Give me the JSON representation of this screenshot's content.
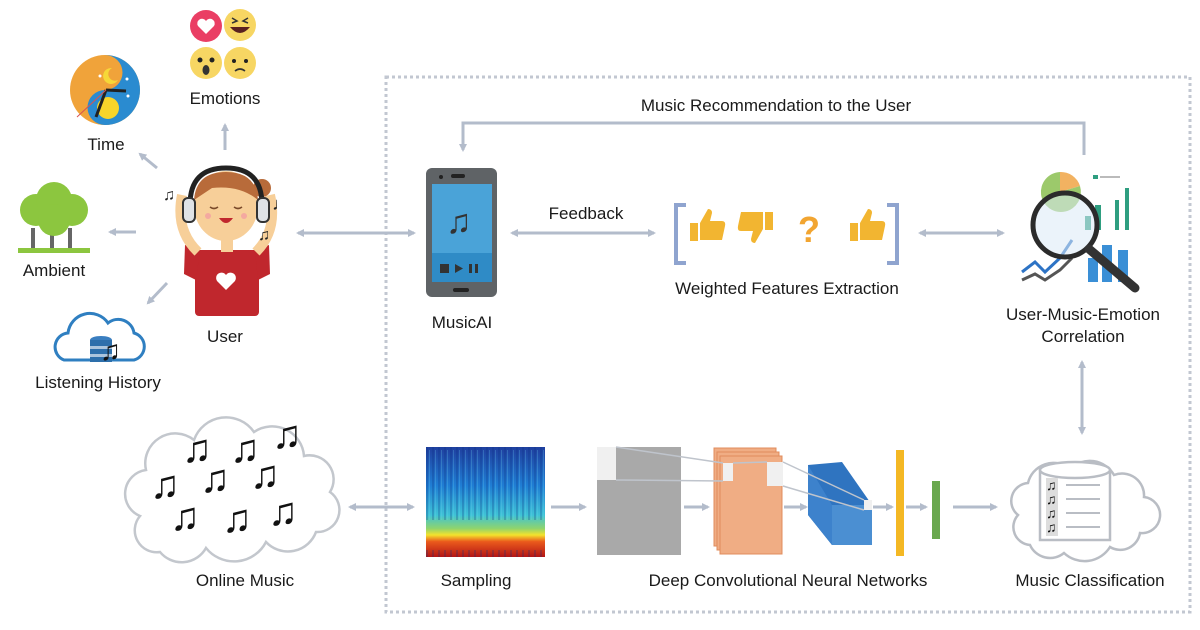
{
  "diagram": {
    "title_edge": "Music Recommendation to the User",
    "feedback_label": "Feedback",
    "colors": {
      "arrow": "#b3bccb",
      "dotted_frame": "#c2c7d1",
      "bracket": "#8fa4cf",
      "thumb": "#f2b531",
      "phone_body": "#5f6366",
      "phone_screen": "#4aa3d8",
      "phone_controls": "#2f8bc6",
      "cnn_input": "#a9a9a9",
      "cnn_conv": "#f0ad84",
      "cnn_pool": "#4b8fd2",
      "fc1": "#f4b824",
      "fc2": "#6aa84f"
    },
    "nodes": {
      "time": {
        "label": "Time",
        "icon": "day-night-clock-icon"
      },
      "emotions": {
        "label": "Emotions",
        "icon": "emoji-reactions-icon",
        "reactions": [
          "love",
          "laugh",
          "wow",
          "sad"
        ]
      },
      "ambient": {
        "label": "Ambient",
        "icon": "trees-icon"
      },
      "user": {
        "label": "User",
        "icon": "girl-headphones-icon"
      },
      "history": {
        "label": "Listening History",
        "icon": "cloud-music-database-icon"
      },
      "musicai": {
        "label": "MusicAI",
        "icon": "smartphone-music-icon"
      },
      "features": {
        "label": "Weighted Features Extraction",
        "icon": "thumbs-vector-icon",
        "items": [
          "thumbs-up",
          "thumbs-down",
          "question",
          "thumbs-up"
        ]
      },
      "correlation": {
        "label_line1": "User-Music-Emotion",
        "label_line2": "Correlation",
        "icon": "magnifier-analytics-icon"
      },
      "online_music": {
        "label": "Online Music",
        "icon": "music-cloud-icon"
      },
      "sampling": {
        "label": "Sampling",
        "icon": "spectrogram-icon"
      },
      "dcnn": {
        "label": "Deep Convolutional Neural Networks",
        "icon": "cnn-architecture-icon"
      },
      "classification": {
        "label": "Music Classification",
        "icon": "music-database-cloud-icon"
      }
    }
  }
}
